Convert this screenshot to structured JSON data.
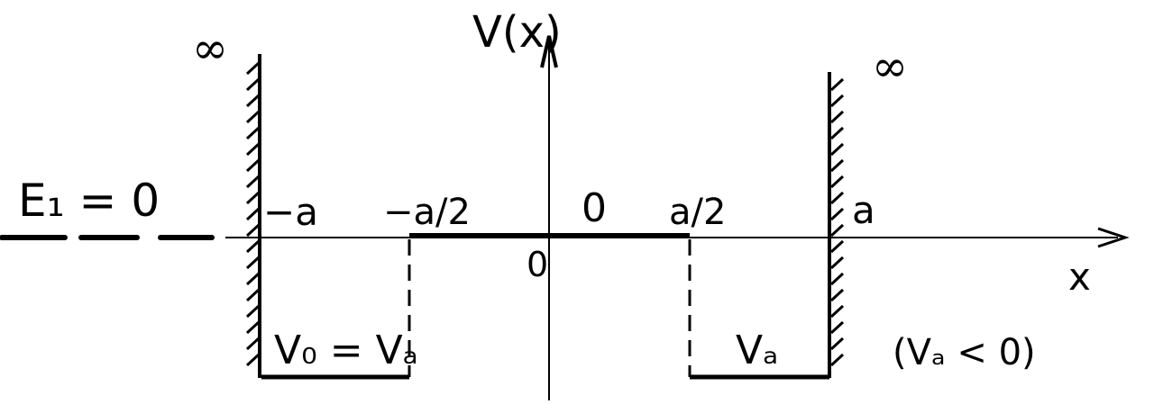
{
  "diagram": {
    "axis_labels": {
      "y": "V(x)",
      "x": "x"
    },
    "infinity_labels": {
      "left": "∞",
      "right": "∞"
    },
    "energy_label": "E₁ = 0",
    "position_labels": {
      "minus_a": "−a",
      "minus_a_half": "−a/2",
      "a_half": "a/2",
      "a": "a"
    },
    "potential_labels": {
      "zero_region": "0",
      "origin": "0",
      "left_well": "V₀ = Vₐ",
      "right_well": "Vₐ",
      "condition": "(Vₐ < 0)"
    },
    "stroke_color": "#000000"
  }
}
